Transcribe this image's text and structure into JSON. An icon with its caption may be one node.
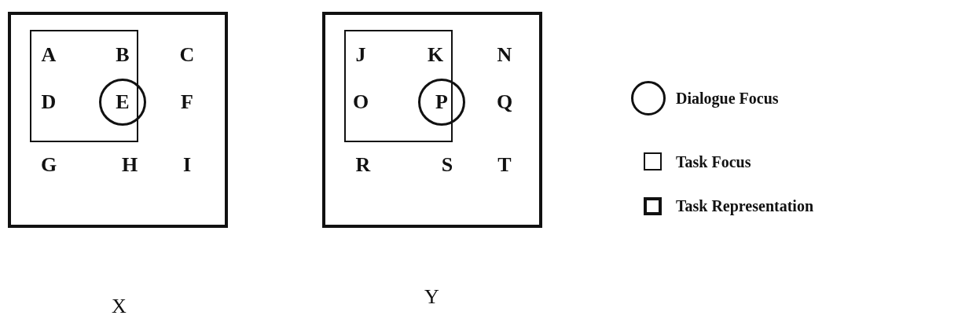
{
  "diagram": {
    "nodes": [
      {
        "text": [
          "X"
        ]
      },
      {
        "text": [],
        "shape": "box",
        "in": 0
      },
      {
        "text": [
          "E"
        ],
        "in": 0
      },
      {
        "text": [
          "Y"
        ]
      },
      {
        "text": [],
        "shape": "box",
        "in": 3
      },
      {
        "text": [
          "P"
        ],
        "in": 3
      }
    ],
    "labels": [
      "A",
      "B",
      "C",
      "D",
      "F",
      "G",
      "H",
      "I",
      "J",
      "K",
      "N",
      "O",
      "Q",
      "R",
      "S",
      "T"
    ],
    "legend": [
      {
        "text": "Dialogue Focus"
      },
      {
        "text": "Task Focus"
      },
      {
        "text": "Task Representation"
      }
    ]
  }
}
